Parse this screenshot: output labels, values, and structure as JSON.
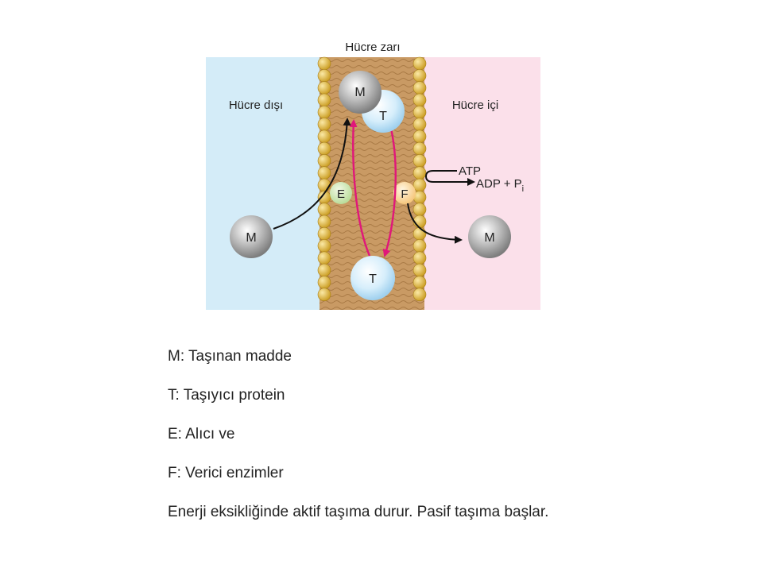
{
  "regions": {
    "membrane_title": "Hücre zarı",
    "outside": "Hücre dışı",
    "inside": "Hücre içi"
  },
  "molecules": {
    "m_top": "M",
    "t_top": "T",
    "m_outside": "M",
    "t_bottom": "T",
    "e_receptor": "E",
    "f_donor": "F",
    "m_inside": "M"
  },
  "reaction": {
    "atp": "ATP",
    "products": "ADP + P",
    "subscript": "i"
  },
  "legend": [
    "M: Taşınan madde",
    "T: Taşıyıcı protein",
    "E: Alıcı ve",
    "F: Verici enzimler",
    "Enerji eksikliğinde aktif taşıma durur. Pasif taşıma başlar."
  ],
  "colors": {
    "outside_bg": "#d4ecf8",
    "inside_bg": "#fbe0ea",
    "membrane": "#c79a62",
    "lipid_head": "#e8c44a",
    "carrier_arrow": "#e0177a"
  }
}
